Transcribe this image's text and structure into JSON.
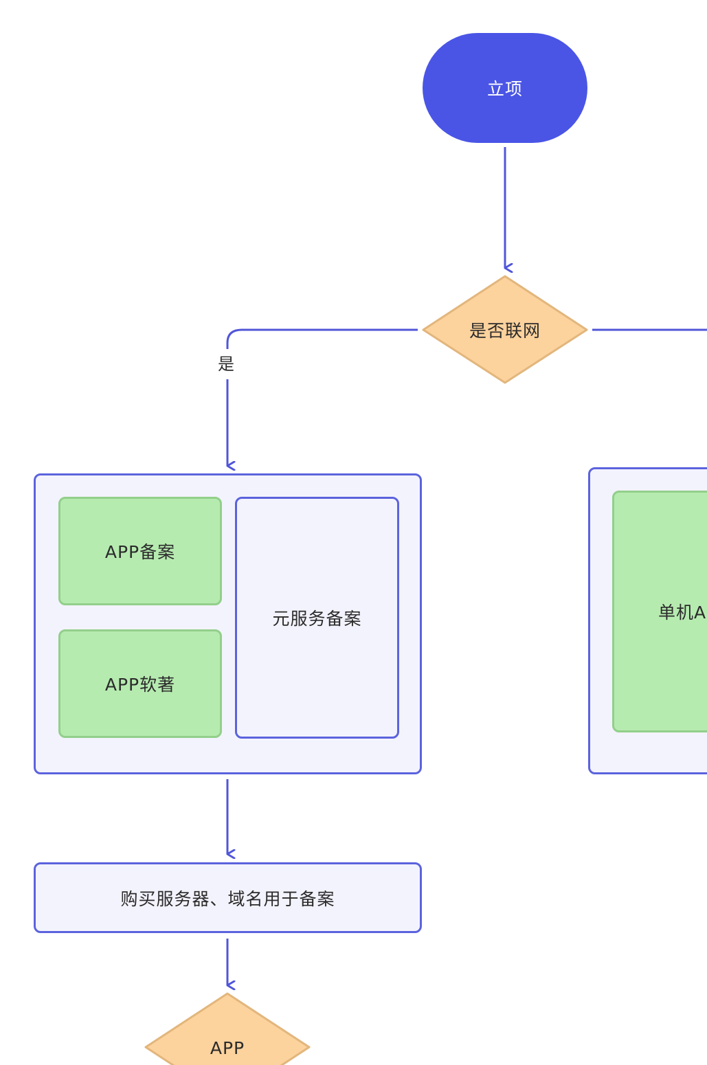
{
  "diagram": {
    "start": {
      "label": "立项"
    },
    "decision_network": {
      "label": "是否联网"
    },
    "edge_yes": {
      "label": "是"
    },
    "group_online": {
      "items": [
        {
          "label": "APP备案"
        },
        {
          "label": "APP软著"
        },
        {
          "label": "元服务备案"
        }
      ]
    },
    "group_offline": {
      "items": [
        {
          "label": "单机A"
        }
      ]
    },
    "process_buy": {
      "label": "购买服务器、域名用于备案"
    },
    "decision_app": {
      "label": "APP"
    }
  },
  "colors": {
    "primary": "#4a55e6",
    "edge": "#5056d8",
    "group_border": "#5b63dd",
    "group_fill": "#f3f3fd",
    "green_fill": "#b6ebb0",
    "green_border": "#92cf8b",
    "diamond_fill": "#fcd29d",
    "diamond_border": "#e2b67c"
  }
}
